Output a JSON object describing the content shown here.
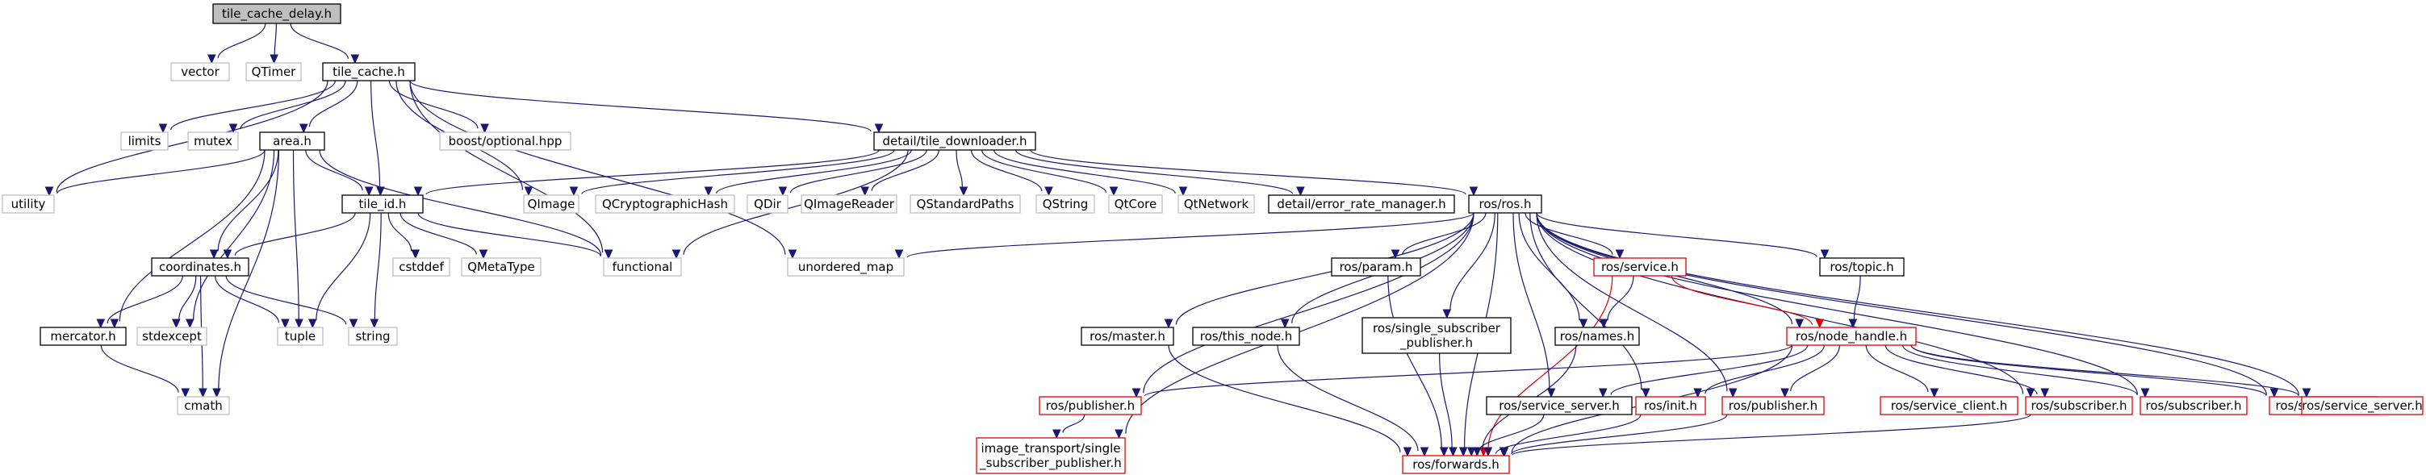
{
  "diagram": {
    "nodes": [
      {
        "id": "tile_cache_delay",
        "label": "tile_cache_delay.h",
        "style": "root"
      },
      {
        "id": "vector",
        "label": "vector",
        "style": "external"
      },
      {
        "id": "QTimer",
        "label": "QTimer",
        "style": "external"
      },
      {
        "id": "tile_cache",
        "label": "tile_cache.h",
        "style": "local"
      },
      {
        "id": "limits",
        "label": "limits",
        "style": "external"
      },
      {
        "id": "mutex",
        "label": "mutex",
        "style": "external"
      },
      {
        "id": "area",
        "label": "area.h",
        "style": "local"
      },
      {
        "id": "boost_optional",
        "label": "boost/optional.hpp",
        "style": "external"
      },
      {
        "id": "detail_tile_downloader",
        "label": "detail/tile_downloader.h",
        "style": "local"
      },
      {
        "id": "utility",
        "label": "utility",
        "style": "external"
      },
      {
        "id": "tile_id",
        "label": "tile_id.h",
        "style": "local"
      },
      {
        "id": "QImage",
        "label": "QImage",
        "style": "external"
      },
      {
        "id": "QCryptographicHash",
        "label": "QCryptographicHash",
        "style": "external"
      },
      {
        "id": "QDir",
        "label": "QDir",
        "style": "external"
      },
      {
        "id": "QImageReader",
        "label": "QImageReader",
        "style": "external"
      },
      {
        "id": "QStandardPaths",
        "label": "QStandardPaths",
        "style": "external"
      },
      {
        "id": "QString",
        "label": "QString",
        "style": "external"
      },
      {
        "id": "QtCore",
        "label": "QtCore",
        "style": "external"
      },
      {
        "id": "QtNetwork",
        "label": "QtNetwork",
        "style": "external"
      },
      {
        "id": "detail_error_rate_manager",
        "label": "detail/error_rate_manager.h",
        "style": "local"
      },
      {
        "id": "ros_ros",
        "label": "ros/ros.h",
        "style": "local"
      },
      {
        "id": "coordinates",
        "label": "coordinates.h",
        "style": "local"
      },
      {
        "id": "cstddef",
        "label": "cstddef",
        "style": "external"
      },
      {
        "id": "QMetaType",
        "label": "QMetaType",
        "style": "external"
      },
      {
        "id": "functional",
        "label": "functional",
        "style": "external"
      },
      {
        "id": "unordered_map",
        "label": "unordered_map",
        "style": "external"
      },
      {
        "id": "ros_param",
        "label": "ros/param.h",
        "style": "local"
      },
      {
        "id": "ros_service",
        "label": "ros/service.h",
        "style": "missing"
      },
      {
        "id": "ros_topic",
        "label": "ros/topic.h",
        "style": "local"
      },
      {
        "id": "mercator",
        "label": "mercator.h",
        "style": "local"
      },
      {
        "id": "stdexcept",
        "label": "stdexcept",
        "style": "external"
      },
      {
        "id": "tuple",
        "label": "tuple",
        "style": "external"
      },
      {
        "id": "string",
        "label": "string",
        "style": "external"
      },
      {
        "id": "ros_master",
        "label": "ros/master.h",
        "style": "local"
      },
      {
        "id": "ros_this_node",
        "label": "ros/this_node.h",
        "style": "local"
      },
      {
        "id": "ros_single_subscriber_publisher",
        "label": "ros/single_subscriber\n_publisher.h",
        "style": "local"
      },
      {
        "id": "ros_names",
        "label": "ros/names.h",
        "style": "local"
      },
      {
        "id": "ros_node_handle",
        "label": "ros/node_handle.h",
        "style": "missing"
      },
      {
        "id": "cmath",
        "label": "cmath",
        "style": "external"
      },
      {
        "id": "ros_publisher_a",
        "label": "ros/publisher.h",
        "style": "missing"
      },
      {
        "id": "ros_service_server_a",
        "label": "ros/service_server.h",
        "style": "local"
      },
      {
        "id": "ros_init",
        "label": "ros/init.h",
        "style": "missing"
      },
      {
        "id": "ros_publisher_b",
        "label": "ros/publisher.h",
        "style": "missing"
      },
      {
        "id": "ros_service_client",
        "label": "ros/service_client.h",
        "style": "missing"
      },
      {
        "id": "ros_subscriber_a",
        "label": "ros/subscriber.h",
        "style": "missing"
      },
      {
        "id": "ros_subscriber_b",
        "label": "ros/subscriber.h",
        "style": "missing"
      },
      {
        "id": "ros_subscriber_c",
        "label": "ros/subscriber.h",
        "style": "missing"
      },
      {
        "id": "ros_service_server_b",
        "label": "ros/service_server.h",
        "style": "missing"
      },
      {
        "id": "image_transport_ssp",
        "label": "image_transport/single\n_subscriber_publisher.h",
        "style": "missing"
      },
      {
        "id": "ros_forwards",
        "label": "ros/forwards.h",
        "style": "missing"
      }
    ],
    "edges": [
      {
        "from": "tile_cache_delay",
        "to": "vector",
        "color": "navy"
      },
      {
        "from": "tile_cache_delay",
        "to": "QTimer",
        "color": "navy"
      },
      {
        "from": "tile_cache_delay",
        "to": "tile_cache",
        "color": "navy"
      },
      {
        "from": "tile_cache",
        "to": "limits",
        "color": "navy"
      },
      {
        "from": "tile_cache",
        "to": "mutex",
        "color": "navy"
      },
      {
        "from": "tile_cache",
        "to": "area",
        "color": "navy"
      },
      {
        "from": "tile_cache",
        "to": "boost_optional",
        "color": "navy"
      },
      {
        "from": "tile_cache",
        "to": "detail_tile_downloader",
        "color": "navy"
      },
      {
        "from": "tile_cache",
        "to": "utility",
        "color": "navy"
      },
      {
        "from": "tile_cache",
        "to": "tile_id",
        "color": "navy"
      },
      {
        "from": "tile_cache",
        "to": "QImage",
        "color": "navy"
      },
      {
        "from": "tile_cache",
        "to": "functional",
        "color": "navy"
      },
      {
        "from": "tile_cache",
        "to": "unordered_map",
        "color": "navy"
      },
      {
        "from": "area",
        "to": "utility",
        "color": "navy"
      },
      {
        "from": "area",
        "to": "tile_id",
        "color": "navy"
      },
      {
        "from": "area",
        "to": "coordinates",
        "color": "navy"
      },
      {
        "from": "area",
        "to": "mercator",
        "color": "navy"
      },
      {
        "from": "area",
        "to": "stdexcept",
        "color": "navy"
      },
      {
        "from": "area",
        "to": "tuple",
        "color": "navy"
      },
      {
        "from": "area",
        "to": "functional",
        "color": "navy"
      },
      {
        "from": "area",
        "to": "cmath",
        "color": "navy"
      },
      {
        "from": "detail_tile_downloader",
        "to": "tile_id",
        "color": "navy"
      },
      {
        "from": "detail_tile_downloader",
        "to": "QImage",
        "color": "navy"
      },
      {
        "from": "detail_tile_downloader",
        "to": "QCryptographicHash",
        "color": "navy"
      },
      {
        "from": "detail_tile_downloader",
        "to": "QDir",
        "color": "navy"
      },
      {
        "from": "detail_tile_downloader",
        "to": "QImageReader",
        "color": "navy"
      },
      {
        "from": "detail_tile_downloader",
        "to": "QStandardPaths",
        "color": "navy"
      },
      {
        "from": "detail_tile_downloader",
        "to": "QString",
        "color": "navy"
      },
      {
        "from": "detail_tile_downloader",
        "to": "QtCore",
        "color": "navy"
      },
      {
        "from": "detail_tile_downloader",
        "to": "QtNetwork",
        "color": "navy"
      },
      {
        "from": "detail_tile_downloader",
        "to": "detail_error_rate_manager",
        "color": "navy"
      },
      {
        "from": "detail_tile_downloader",
        "to": "ros_ros",
        "color": "navy"
      },
      {
        "from": "detail_tile_downloader",
        "to": "functional",
        "color": "navy"
      },
      {
        "from": "tile_id",
        "to": "coordinates",
        "color": "navy"
      },
      {
        "from": "tile_id",
        "to": "cstddef",
        "color": "navy"
      },
      {
        "from": "tile_id",
        "to": "QMetaType",
        "color": "navy"
      },
      {
        "from": "tile_id",
        "to": "tuple",
        "color": "navy"
      },
      {
        "from": "tile_id",
        "to": "string",
        "color": "navy"
      },
      {
        "from": "tile_id",
        "to": "functional",
        "color": "navy"
      },
      {
        "from": "coordinates",
        "to": "mercator",
        "color": "navy"
      },
      {
        "from": "coordinates",
        "to": "stdexcept",
        "color": "navy"
      },
      {
        "from": "coordinates",
        "to": "tuple",
        "color": "navy"
      },
      {
        "from": "coordinates",
        "to": "string",
        "color": "navy"
      },
      {
        "from": "coordinates",
        "to": "cmath",
        "color": "navy"
      },
      {
        "from": "mercator",
        "to": "cmath",
        "color": "navy"
      },
      {
        "from": "ros_ros",
        "to": "unordered_map",
        "color": "navy"
      },
      {
        "from": "ros_ros",
        "to": "ros_param",
        "color": "navy"
      },
      {
        "from": "ros_ros",
        "to": "ros_service",
        "color": "navy"
      },
      {
        "from": "ros_ros",
        "to": "ros_topic",
        "color": "navy"
      },
      {
        "from": "ros_ros",
        "to": "ros_master",
        "color": "navy"
      },
      {
        "from": "ros_ros",
        "to": "ros_this_node",
        "color": "navy"
      },
      {
        "from": "ros_ros",
        "to": "ros_single_subscriber_publisher",
        "color": "navy"
      },
      {
        "from": "ros_ros",
        "to": "ros_names",
        "color": "navy"
      },
      {
        "from": "ros_ros",
        "to": "ros_node_handle",
        "color": "navy"
      },
      {
        "from": "ros_ros",
        "to": "ros_publisher_a",
        "color": "navy"
      },
      {
        "from": "ros_ros",
        "to": "ros_service_server_a",
        "color": "navy"
      },
      {
        "from": "ros_ros",
        "to": "ros_init",
        "color": "navy"
      },
      {
        "from": "ros_ros",
        "to": "ros_publisher_b",
        "color": "navy"
      },
      {
        "from": "ros_ros",
        "to": "ros_subscriber_a",
        "color": "navy"
      },
      {
        "from": "ros_ros",
        "to": "ros_subscriber_b",
        "color": "navy"
      },
      {
        "from": "ros_ros",
        "to": "ros_subscriber_c",
        "color": "navy"
      },
      {
        "from": "ros_ros",
        "to": "ros_service_server_b",
        "color": "navy"
      },
      {
        "from": "ros_ros",
        "to": "image_transport_ssp",
        "color": "navy"
      },
      {
        "from": "ros_ros",
        "to": "ros_forwards",
        "color": "navy"
      },
      {
        "from": "ros_service",
        "to": "ros_names",
        "color": "navy"
      },
      {
        "from": "ros_service",
        "to": "ros_node_handle",
        "color": "red"
      },
      {
        "from": "ros_service",
        "to": "ros_forwards",
        "color": "red"
      },
      {
        "from": "ros_topic",
        "to": "ros_node_handle",
        "color": "navy"
      },
      {
        "from": "ros_param",
        "to": "ros_forwards",
        "color": "navy"
      },
      {
        "from": "ros_master",
        "to": "ros_forwards",
        "color": "navy"
      },
      {
        "from": "ros_this_node",
        "to": "ros_forwards",
        "color": "navy"
      },
      {
        "from": "ros_single_subscriber_publisher",
        "to": "ros_forwards",
        "color": "navy"
      },
      {
        "from": "ros_names",
        "to": "ros_forwards",
        "color": "navy"
      },
      {
        "from": "ros_node_handle",
        "to": "ros_publisher_a",
        "color": "navy"
      },
      {
        "from": "ros_node_handle",
        "to": "ros_service_server_a",
        "color": "navy"
      },
      {
        "from": "ros_node_handle",
        "to": "ros_init",
        "color": "navy"
      },
      {
        "from": "ros_node_handle",
        "to": "ros_publisher_b",
        "color": "navy"
      },
      {
        "from": "ros_node_handle",
        "to": "ros_service_client",
        "color": "navy"
      },
      {
        "from": "ros_node_handle",
        "to": "ros_subscriber_a",
        "color": "navy"
      },
      {
        "from": "ros_node_handle",
        "to": "ros_subscriber_b",
        "color": "navy"
      },
      {
        "from": "ros_node_handle",
        "to": "ros_subscriber_c",
        "color": "navy"
      },
      {
        "from": "ros_node_handle",
        "to": "ros_service_server_b",
        "color": "navy"
      },
      {
        "from": "ros_node_handle",
        "to": "ros_forwards",
        "color": "navy"
      },
      {
        "from": "ros_publisher_a",
        "to": "image_transport_ssp",
        "color": "navy"
      },
      {
        "from": "ros_service_server_a",
        "to": "ros_forwards",
        "color": "navy"
      },
      {
        "from": "ros_init",
        "to": "ros_forwards",
        "color": "navy"
      },
      {
        "from": "ros_publisher_b",
        "to": "ros_forwards",
        "color": "navy"
      },
      {
        "from": "ros_subscriber_a",
        "to": "ros_forwards",
        "color": "navy"
      }
    ]
  },
  "colors": {
    "edge_default": "#191970",
    "edge_missing": "#e00000",
    "border_local": "#000000",
    "border_external": "#bfbfbf",
    "border_missing": "#e00000",
    "fill_root": "#bfbfbf",
    "fill_default": "#ffffff",
    "text": "#000000"
  }
}
